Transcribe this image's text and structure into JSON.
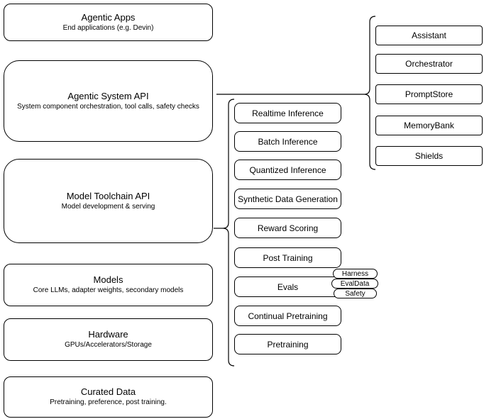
{
  "diagram": {
    "colors": {
      "stroke": "#000000",
      "fill": "#ffffff",
      "text": "#000000",
      "background": "#ffffff"
    },
    "left_column": [
      {
        "title": "Agentic Apps",
        "subtitle": "End applications (e.g. Devin)"
      },
      {
        "title": "Agentic System API",
        "subtitle": "System component orchestration, tool calls, safety checks"
      },
      {
        "title": "Model Toolchain API",
        "subtitle": "Model development & serving"
      },
      {
        "title": "Models",
        "subtitle": "Core LLMs, adapter weights, secondary models"
      },
      {
        "title": "Hardware",
        "subtitle": "GPUs/Accelerators/Storage"
      },
      {
        "title": "Curated Data",
        "subtitle": "Pretraining, preference, post training."
      }
    ],
    "toolchain_components": [
      {
        "label": "Realtime Inference"
      },
      {
        "label": "Batch Inference"
      },
      {
        "label": "Quantized Inference"
      },
      {
        "label": "Synthetic Data Generation"
      },
      {
        "label": "Reward Scoring"
      },
      {
        "label": "Post Training"
      },
      {
        "label": "Evals"
      },
      {
        "label": "Continual Pretraining"
      },
      {
        "label": "Pretraining"
      }
    ],
    "evals_tags": [
      {
        "label": "Harness"
      },
      {
        "label": "EvalData"
      },
      {
        "label": "Safety"
      }
    ],
    "system_components": [
      {
        "label": "Assistant"
      },
      {
        "label": "Orchestrator"
      },
      {
        "label": "PromptStore"
      },
      {
        "label": "MemoryBank"
      },
      {
        "label": "Shields"
      }
    ]
  }
}
